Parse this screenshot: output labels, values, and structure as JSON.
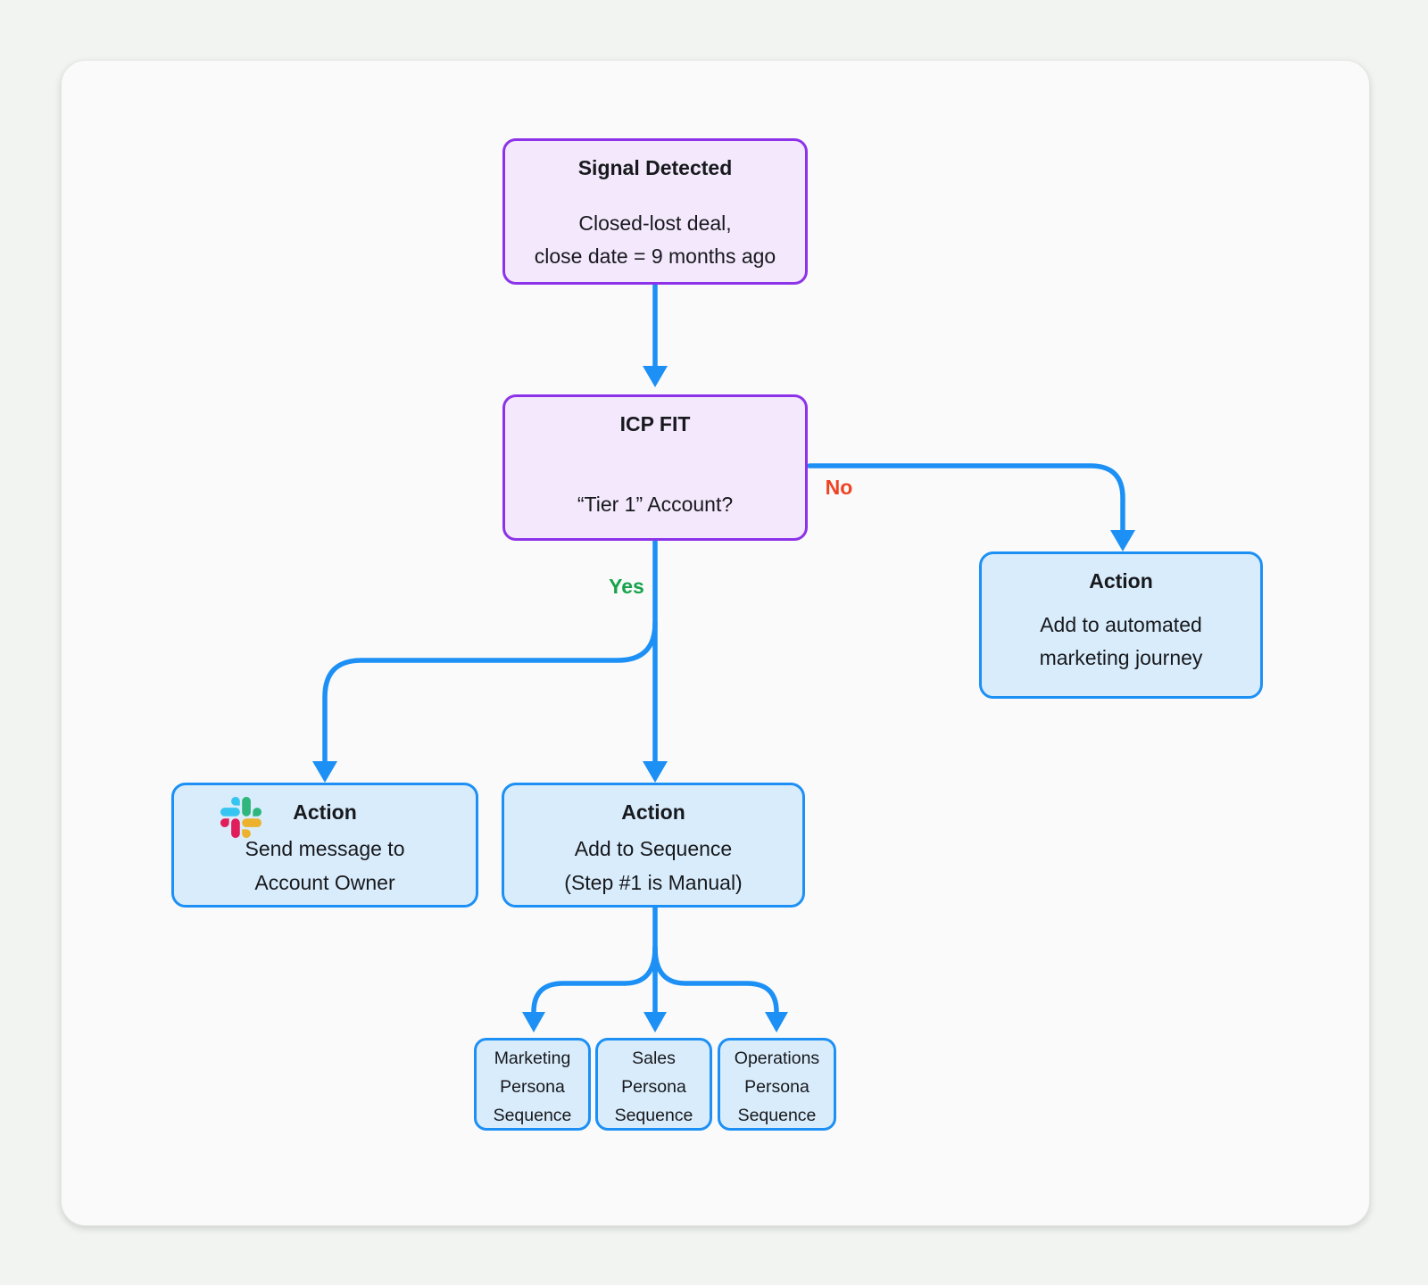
{
  "page": {
    "background": "#f1f4f1",
    "card_background": "#fafafa"
  },
  "colors": {
    "purple_border": "#8c33e9",
    "purple_fill": "#f4e8fc",
    "blue_border": "#1d90f5",
    "blue_fill": "#d9ecfb",
    "connector": "#1d90f5",
    "yes_green": "#17a34b",
    "no_red": "#ee4323",
    "text": "#17191d"
  },
  "labels": {
    "yes": "Yes",
    "no": "No"
  },
  "nodes": {
    "signal": {
      "title": "Signal Detected",
      "lines": [
        "Closed-lost deal,",
        "close date = 9 months ago"
      ]
    },
    "icp": {
      "title": "ICP FIT",
      "lines": [
        "“Tier 1” Account?"
      ]
    },
    "action_marketing_journey": {
      "title": "Action",
      "lines": [
        "Add to automated",
        "marketing journey"
      ]
    },
    "action_slack_message": {
      "title": "Action",
      "icon": "slack-icon",
      "lines": [
        "Send message to",
        "Account Owner"
      ]
    },
    "action_add_sequence": {
      "title": "Action",
      "lines": [
        "Add to Sequence",
        "(Step #1 is Manual)"
      ]
    },
    "seq_marketing": {
      "lines": [
        "Marketing",
        "Persona",
        "Sequence"
      ]
    },
    "seq_sales": {
      "lines": [
        "Sales",
        "Persona",
        "Sequence"
      ]
    },
    "seq_operations": {
      "lines": [
        "Operations",
        "Persona",
        "Sequence"
      ]
    }
  }
}
